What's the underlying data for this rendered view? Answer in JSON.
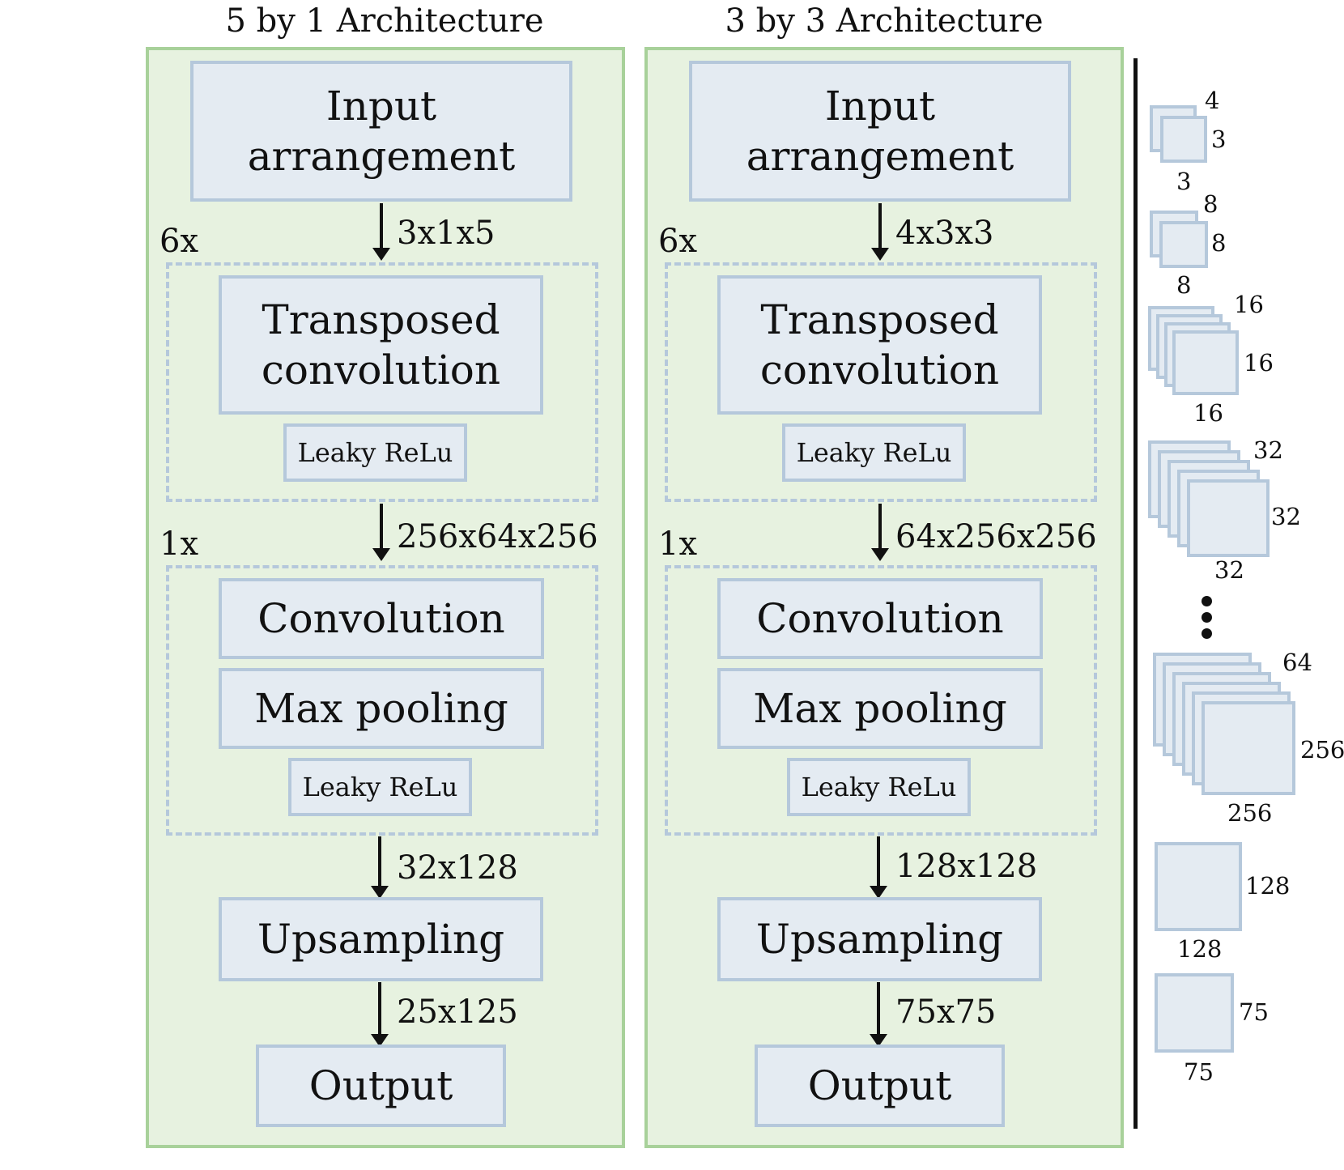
{
  "left": {
    "title": "5 by 1 Architecture",
    "input": [
      "Input",
      "arrangement"
    ],
    "dim1": "3x1x5",
    "rep1": "6x",
    "transposed": [
      "Transposed",
      "convolution"
    ],
    "relu1": "Leaky ReLu",
    "dim2": "256x64x256",
    "rep2": "1x",
    "conv": "Convolution",
    "pool": "Max pooling",
    "relu2": "Leaky ReLu",
    "dim3": "32x128",
    "upsampling": "Upsampling",
    "dim4": "25x125",
    "output": "Output"
  },
  "right": {
    "title": "3 by 3 Architecture",
    "input": [
      "Input",
      "arrangement"
    ],
    "dim1": "4x3x3",
    "rep1": "6x",
    "transposed": [
      "Transposed",
      "convolution"
    ],
    "relu1": "Leaky ReLu",
    "dim2": "64x256x256",
    "rep2": "1x",
    "conv": "Convolution",
    "pool": "Max pooling",
    "relu2": "Leaky ReLu",
    "dim3": "128x128",
    "upsampling": "Upsampling",
    "dim4": "75x75",
    "output": "Output"
  },
  "legend": {
    "fm1": {
      "depth": "4",
      "height": "3",
      "width": "3"
    },
    "fm2": {
      "depth": "8",
      "height": "8",
      "width": "8"
    },
    "fm3": {
      "depth": "16",
      "height": "16",
      "width": "16"
    },
    "fm4": {
      "depth": "32",
      "height": "32",
      "width": "32"
    },
    "fm5": {
      "depth": "64",
      "height": "256",
      "width": "256"
    },
    "fm6": {
      "height": "128",
      "width": "128"
    },
    "fm7": {
      "height": "75",
      "width": "75"
    }
  },
  "colors": {
    "panel_fill": "#e7f2e0",
    "panel_border": "#a8d19a",
    "box_fill": "#e4ebf2",
    "box_border": "#b5c8db"
  }
}
